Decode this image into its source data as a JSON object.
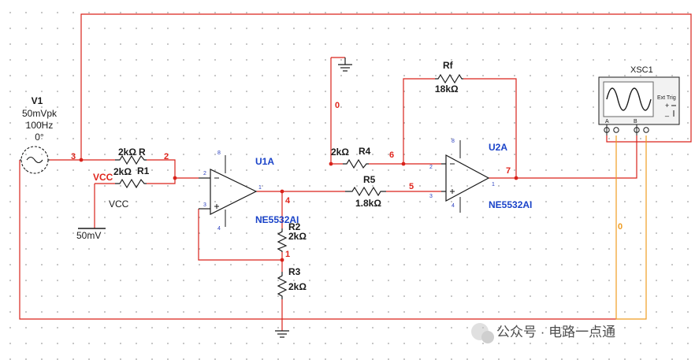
{
  "source_v1": {
    "name": "V1",
    "amplitude": "50mVpk",
    "frequency": "100Hz",
    "phase": "0°"
  },
  "resistors": {
    "r": {
      "name": "R",
      "value": "2kΩ"
    },
    "r1": {
      "name": "R1",
      "value": "2kΩ"
    },
    "r2": {
      "name": "R2",
      "value": "2kΩ"
    },
    "r3": {
      "name": "R3",
      "value": "2kΩ"
    },
    "r4": {
      "name": "R4",
      "value": "2kΩ"
    },
    "r5": {
      "name": "R5",
      "value": "1.8kΩ"
    },
    "rf": {
      "name": "Rf",
      "value": "18kΩ"
    }
  },
  "opamps": {
    "u1": {
      "name": "U1A",
      "model": "NE5532AI"
    },
    "u2": {
      "name": "U2A",
      "model": "NE5532AI"
    }
  },
  "vcc": {
    "label": "VCC",
    "supply_label": "VCC",
    "supply_value": "50mV"
  },
  "nets": {
    "n0_left": "0",
    "n0_right": "0",
    "n1": "1",
    "n2": "2",
    "n3": "3",
    "n4": "4",
    "n5": "5",
    "n6": "6",
    "n7": "7"
  },
  "pins": {
    "u1_p1": "1",
    "u1_p2": "2",
    "u1_p3": "3",
    "u1_p4": "4",
    "u1_p8": "8",
    "u2_p1": "1",
    "u2_p2": "2",
    "u2_p3": "3",
    "u2_p4": "4",
    "u2_p8": "8"
  },
  "oscilloscope": {
    "name": "XSC1",
    "ext_trig": "Ext Trig",
    "ch_a": "A",
    "ch_b": "B",
    "plus": "+",
    "minus": "_"
  },
  "watermark": {
    "text": "公众号 · 电路一点通"
  },
  "colors": {
    "wire_red": "#d9231b",
    "wire_orange": "#ef9c22",
    "component": "#1a1a1a",
    "label_blue": "#1a43c9",
    "net_red": "#e0261d"
  }
}
